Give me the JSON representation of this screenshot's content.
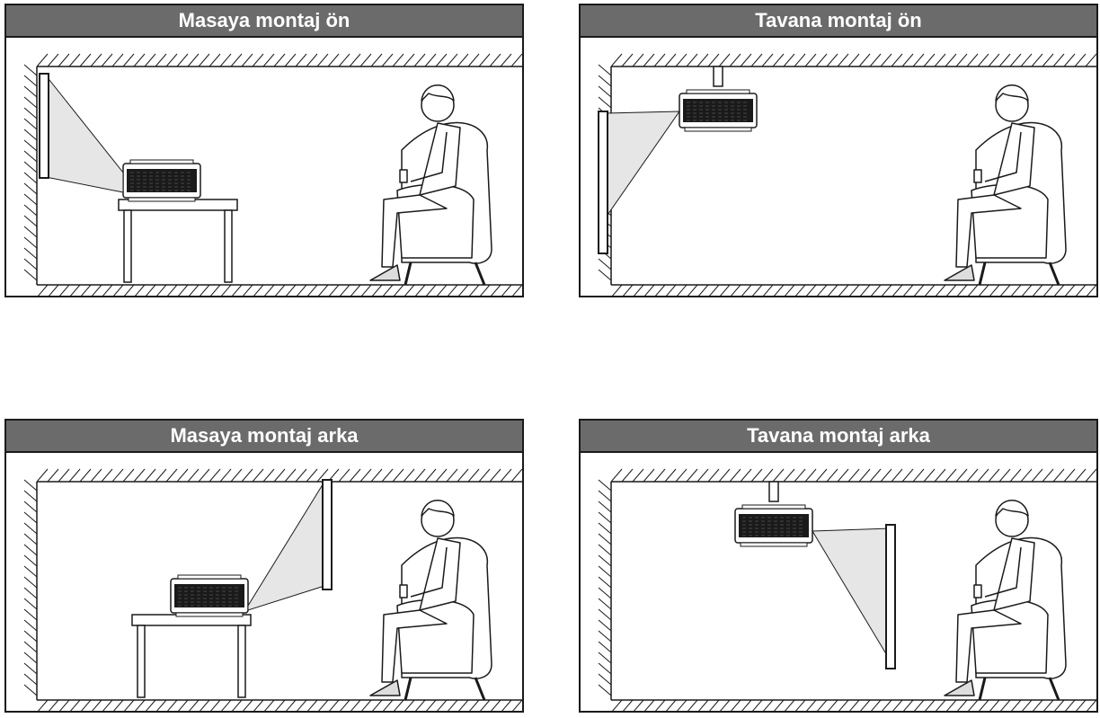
{
  "panels": [
    {
      "title": "Masaya montaj ön",
      "mount": "table",
      "screen": "left"
    },
    {
      "title": "Tavana montaj ön",
      "mount": "ceiling",
      "screen": "left"
    },
    {
      "title": "Masaya montaj arka",
      "mount": "table",
      "screen": "right"
    },
    {
      "title": "Tavana montaj arka",
      "mount": "ceiling",
      "screen": "right"
    }
  ],
  "colors": {
    "header_bg": "#6b6b6b",
    "header_text": "#ffffff",
    "line": "#1a1a1a",
    "beam": "#e6e6e6"
  }
}
